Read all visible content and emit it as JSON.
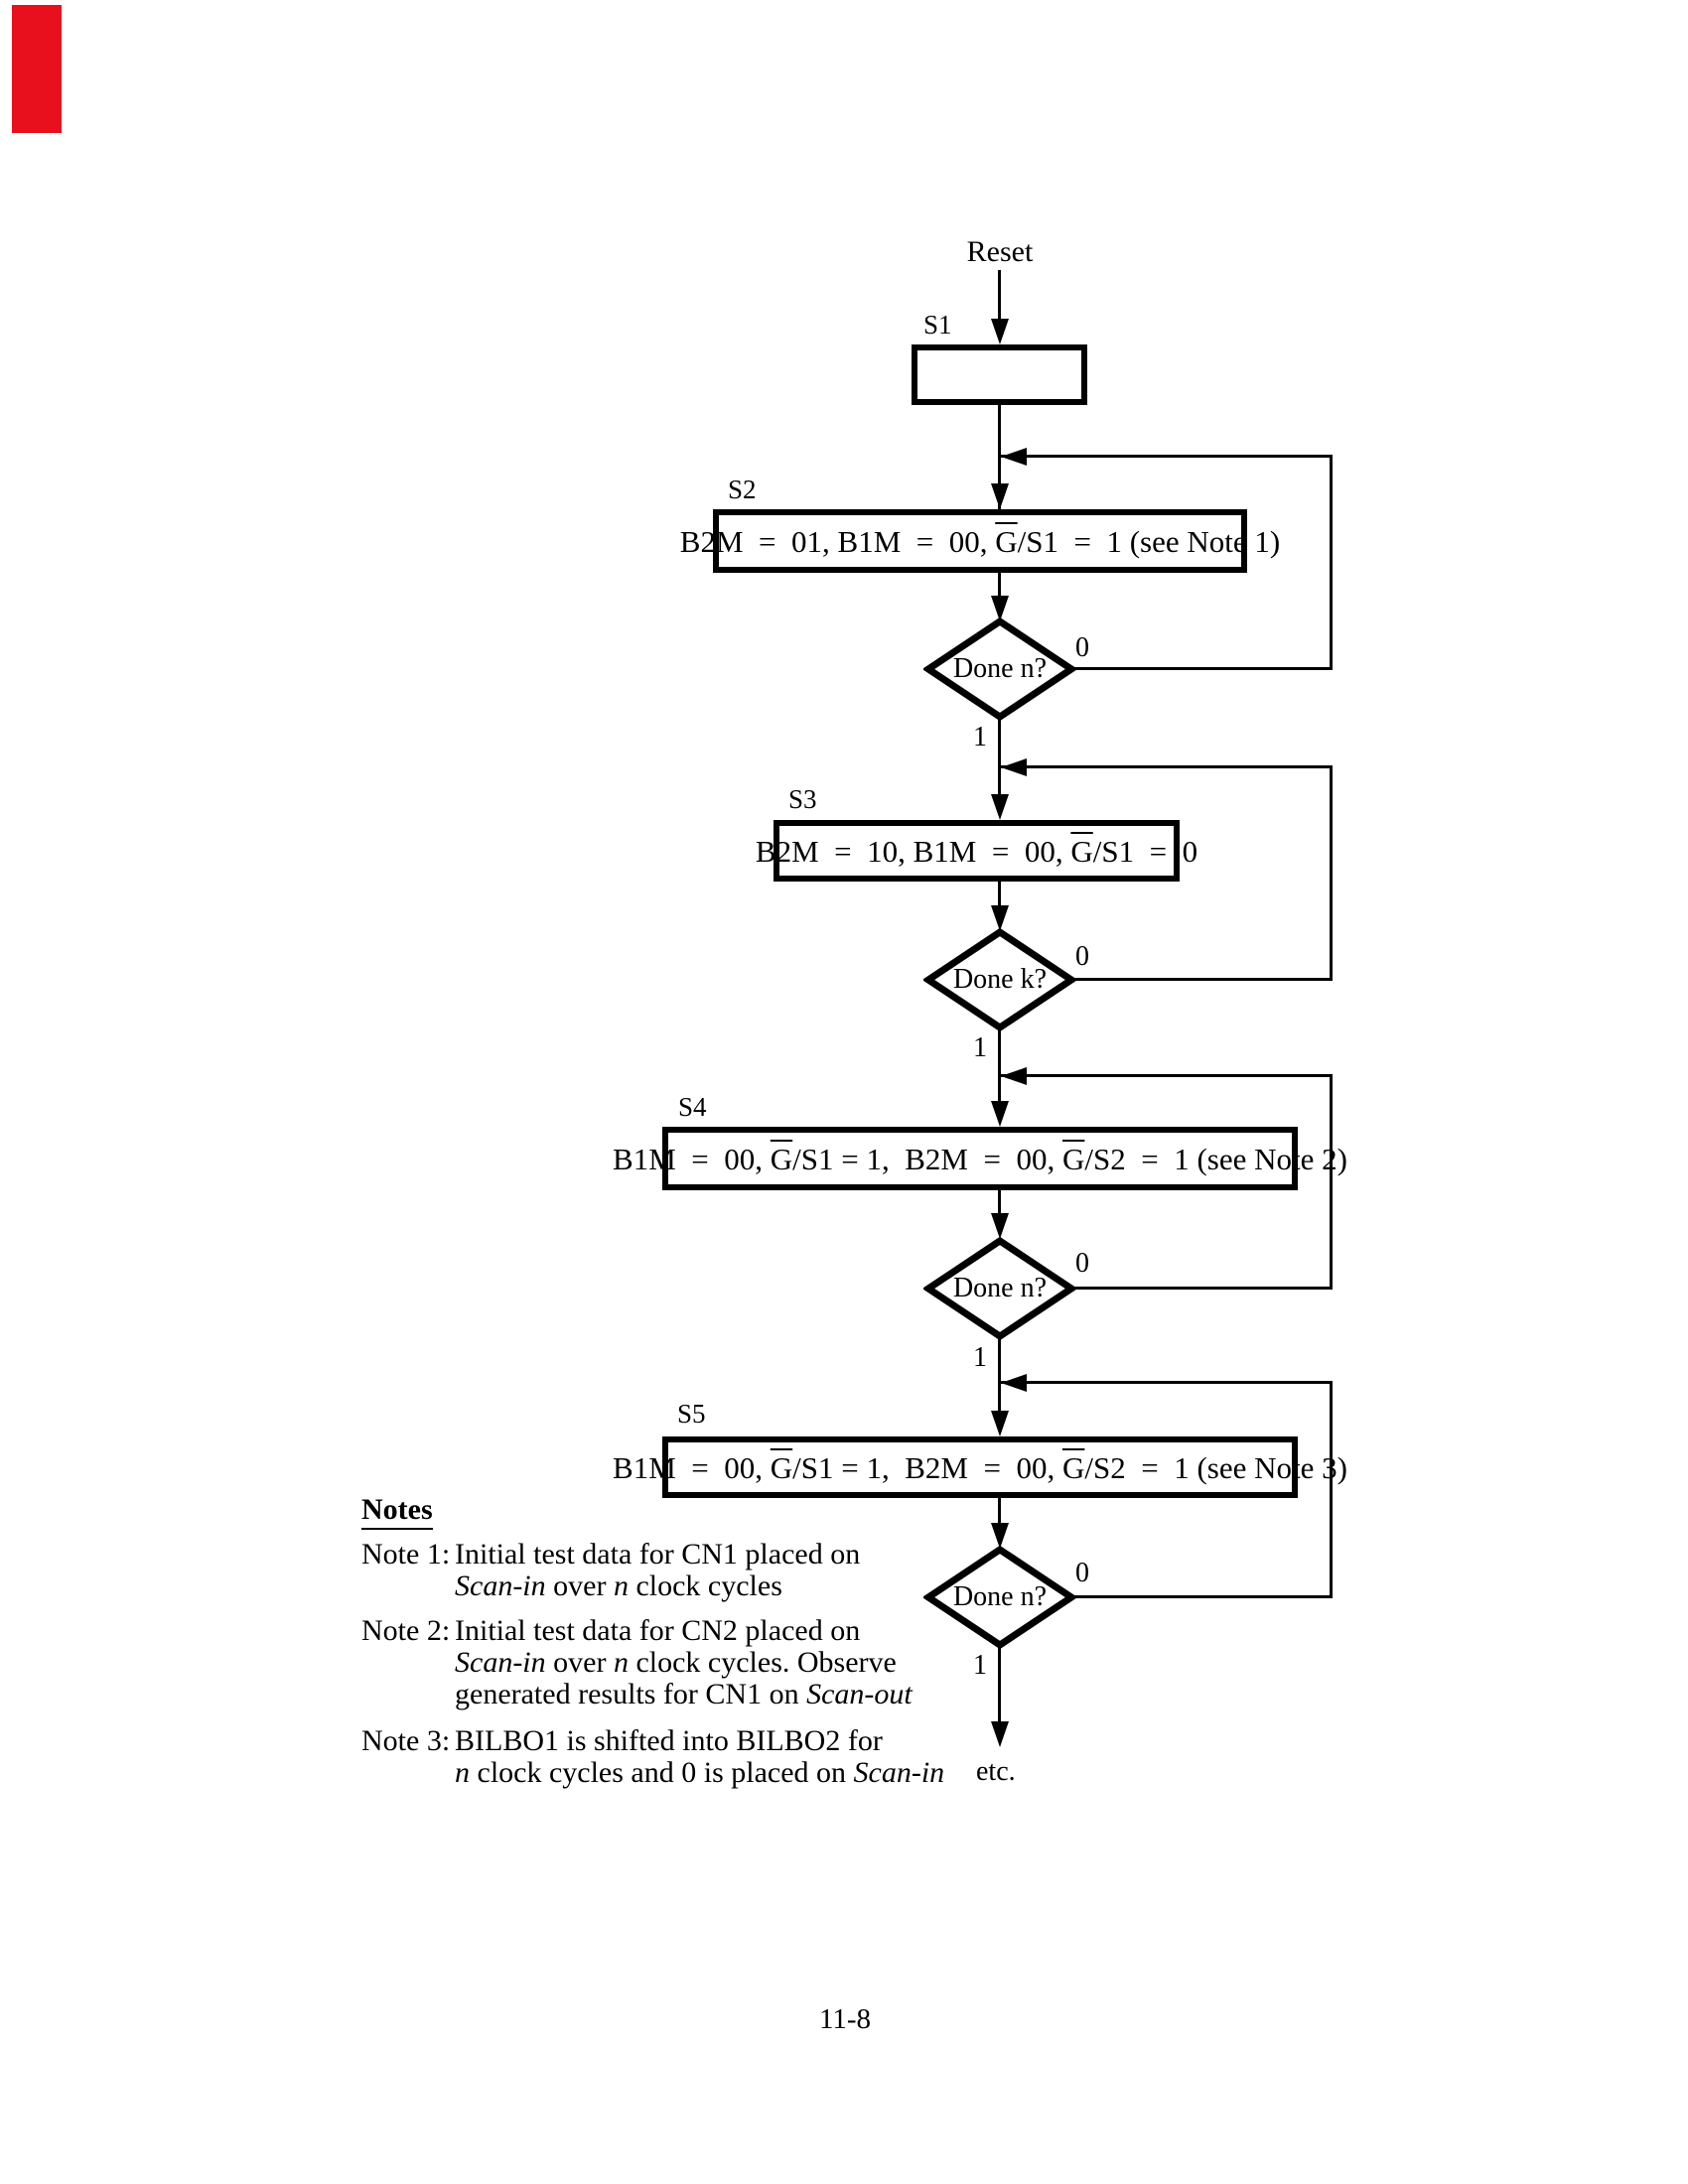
{
  "page": {
    "number": "11-8",
    "marker_color": "#e8101c"
  },
  "flow": {
    "reset_label": "Reset",
    "states": [
      {
        "id": "S1",
        "text": []
      },
      {
        "id": "S2",
        "text": [
          {
            "t": "B2M  =  01, B1M  =  00, "
          },
          {
            "t": "G",
            "o": 1
          },
          {
            "t": "/S1  =  1 (see Note 1)"
          }
        ]
      },
      {
        "id": "S3",
        "text": [
          {
            "t": "B2M  =  10, B1M  =  00, "
          },
          {
            "t": "G",
            "o": 1
          },
          {
            "t": "/S1  =  0"
          }
        ]
      },
      {
        "id": "S4",
        "text": [
          {
            "t": "B1M  =  00, "
          },
          {
            "t": "G",
            "o": 1
          },
          {
            "t": "/S1 = 1,  B2M  =  00, "
          },
          {
            "t": "G",
            "o": 1
          },
          {
            "t": "/S2  =  1 (see Note 2)"
          }
        ]
      },
      {
        "id": "S5",
        "text": [
          {
            "t": "B1M  =  00, "
          },
          {
            "t": "G",
            "o": 1
          },
          {
            "t": "/S1 = 1,  B2M  =  00, "
          },
          {
            "t": "G",
            "o": 1
          },
          {
            "t": "/S2  =  1 (see Note 3)"
          }
        ]
      }
    ],
    "decisions": [
      {
        "text": "Done n?",
        "no": "0",
        "yes": "1"
      },
      {
        "text": "Done k?",
        "no": "0",
        "yes": "1"
      },
      {
        "text": "Done n?",
        "no": "0",
        "yes": "1"
      },
      {
        "text": "Done n?",
        "no": "0",
        "yes": "1"
      }
    ],
    "etc_label": "etc."
  },
  "notes": {
    "heading": "Notes",
    "items": [
      {
        "label": "Note 1:",
        "lines": [
          [
            {
              "t": "Initial test data for CN1 placed on"
            }
          ],
          [
            {
              "t": "Scan-in",
              "i": 1
            },
            {
              "t": " over "
            },
            {
              "t": "n",
              "i": 1
            },
            {
              "t": " clock cycles"
            }
          ]
        ]
      },
      {
        "label": "Note 2:",
        "lines": [
          [
            {
              "t": "Initial test data for CN2 placed on"
            }
          ],
          [
            {
              "t": "Scan-in",
              "i": 1
            },
            {
              "t": " over "
            },
            {
              "t": "n",
              "i": 1
            },
            {
              "t": " clock cycles. Observe"
            }
          ],
          [
            {
              "t": "generated results for CN1 on "
            },
            {
              "t": "Scan-out",
              "i": 1
            }
          ]
        ]
      },
      {
        "label": "Note 3:",
        "lines": [
          [
            {
              "t": "BILBO1 is shifted into BILBO2 for"
            }
          ],
          [
            {
              "t": "n",
              "i": 1
            },
            {
              "t": " clock cycles and 0 is placed on "
            },
            {
              "t": "Scan-in",
              "i": 1
            }
          ]
        ]
      }
    ]
  }
}
